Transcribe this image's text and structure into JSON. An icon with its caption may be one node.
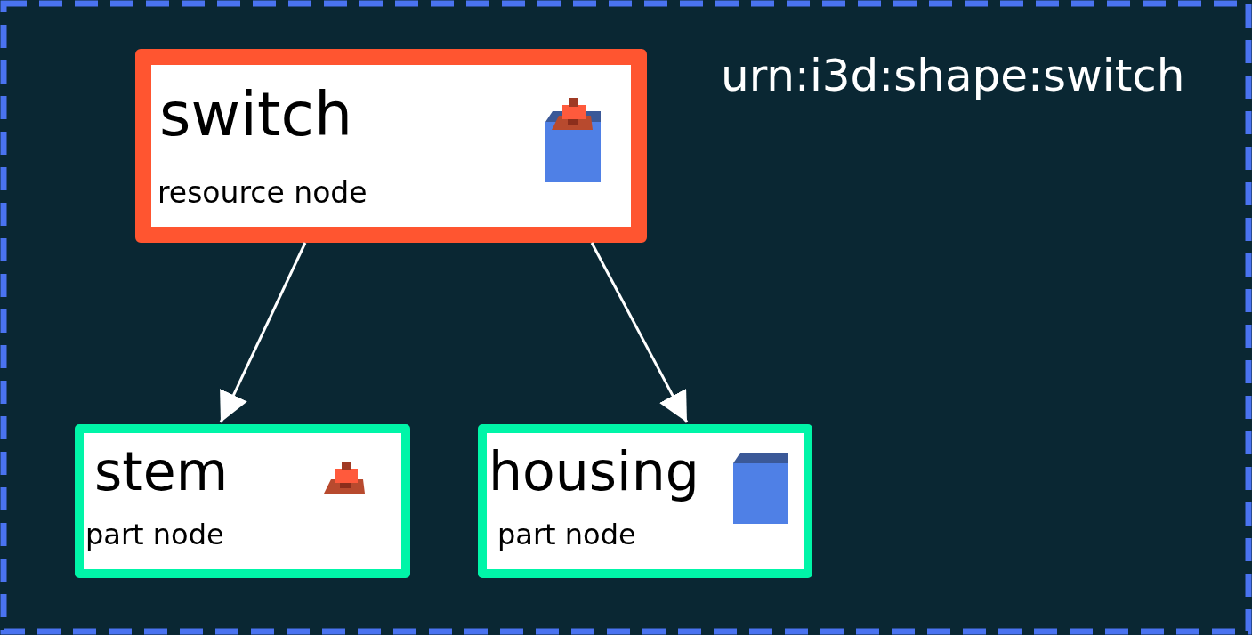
{
  "diagram": {
    "nodes": [
      {
        "text": [
          "urn:i3d:shape:switch"
        ]
      },
      {
        "text": [
          "switch",
          "resource node"
        ],
        "in": 0
      },
      {
        "text": [
          "stem",
          "part node"
        ],
        "in": 0
      },
      {
        "text": [
          "housing",
          "part node"
        ],
        "in": 0
      }
    ],
    "edges": [
      {
        "from": 1,
        "to": 2,
        "arrow": "to"
      },
      {
        "from": 1,
        "to": 3,
        "arrow": "to"
      }
    ]
  }
}
